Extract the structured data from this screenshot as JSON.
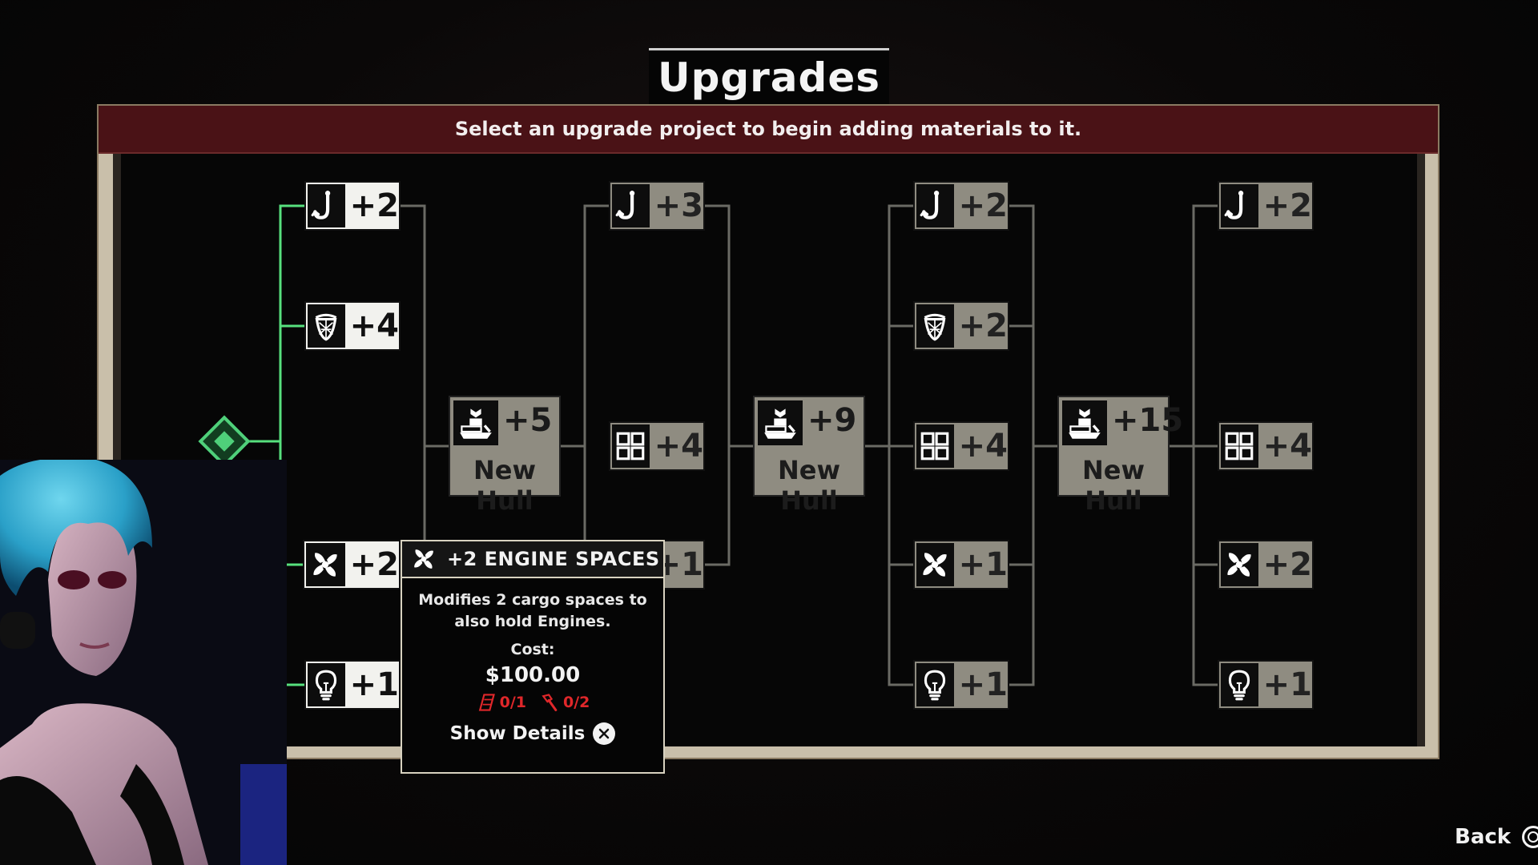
{
  "title": "Upgrades",
  "banner": "Select an upgrade project to begin adding materials to it.",
  "colors": {
    "path_active": "#57e07d",
    "path_locked": "#6a6a64",
    "banner": "#4a1216",
    "node_active": "#f2f2ee",
    "node_locked": "#8f8c81",
    "cost_missing": "#e0272a"
  },
  "columns": [
    {
      "nodes": [
        {
          "icon": "hook-icon",
          "value": "+2",
          "state": "active"
        },
        {
          "icon": "net-icon",
          "value": "+4",
          "state": "active"
        },
        {
          "icon": "engine-fan-icon",
          "value": "+2",
          "state": "active"
        },
        {
          "icon": "lightbulb-icon",
          "value": "+1",
          "state": "active"
        }
      ]
    },
    {
      "hull": {
        "icon": "ship-icon",
        "value": "+5",
        "label": "New Hull"
      }
    },
    {
      "nodes": [
        {
          "icon": "hook-icon",
          "value": "+3",
          "state": "locked"
        },
        {
          "icon": "grid-icon",
          "value": "+4",
          "state": "locked"
        },
        {
          "icon": "engine-fan-icon",
          "value": "+1",
          "state": "locked"
        }
      ]
    },
    {
      "hull": {
        "icon": "ship-icon",
        "value": "+9",
        "label": "New Hull"
      }
    },
    {
      "nodes": [
        {
          "icon": "hook-icon",
          "value": "+2",
          "state": "locked"
        },
        {
          "icon": "net-icon",
          "value": "+2",
          "state": "locked"
        },
        {
          "icon": "grid-icon",
          "value": "+4",
          "state": "locked"
        },
        {
          "icon": "engine-fan-icon",
          "value": "+1",
          "state": "locked"
        },
        {
          "icon": "lightbulb-icon",
          "value": "+1",
          "state": "locked"
        }
      ]
    },
    {
      "hull": {
        "icon": "ship-icon",
        "value": "+15",
        "label": "New Hull"
      }
    },
    {
      "nodes": [
        {
          "icon": "hook-icon",
          "value": "+2",
          "state": "locked"
        },
        {
          "icon": "grid-icon",
          "value": "+4",
          "state": "locked"
        },
        {
          "icon": "engine-fan-icon",
          "value": "+2",
          "state": "locked"
        },
        {
          "icon": "lightbulb-icon",
          "value": "+1",
          "state": "locked"
        }
      ]
    }
  ],
  "tooltip": {
    "icon": "engine-fan-icon",
    "title": "+2 ENGINE SPACES",
    "description": "Modifies 2 cargo spaces to also hold Engines.",
    "cost_label": "Cost:",
    "cost": "$100.00",
    "materials": [
      {
        "icon": "cloth-material-icon",
        "count": "0/1"
      },
      {
        "icon": "bolt-material-icon",
        "count": "0/2"
      }
    ],
    "details_label": "Show Details",
    "details_button_icon": "cross-button-icon"
  },
  "footer": {
    "back_label": "Back",
    "back_button_icon": "circle-button-icon"
  }
}
